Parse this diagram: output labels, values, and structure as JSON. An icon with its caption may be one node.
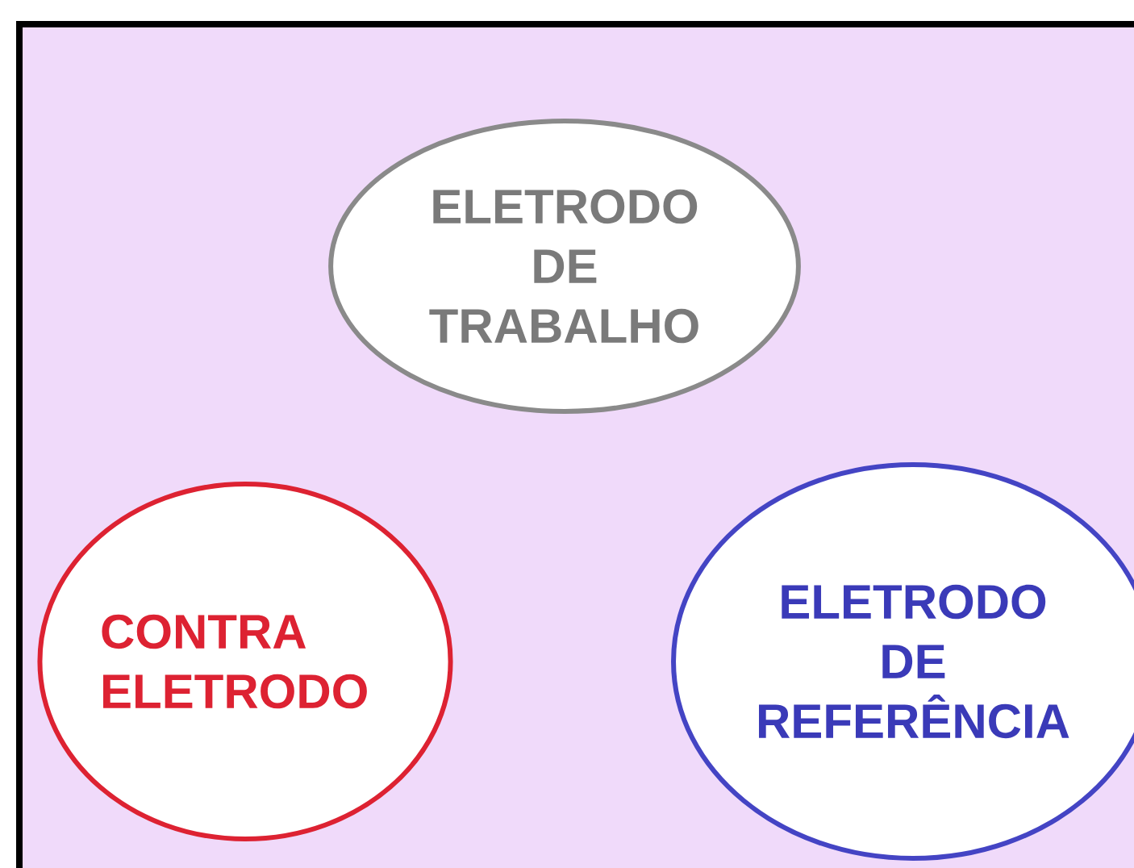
{
  "diagram": {
    "nodes": [
      {
        "text": [
          "ELETRODO DE TRABALHO"
        ]
      },
      {
        "text": [
          "CONTRA ELETRODO"
        ]
      },
      {
        "text": [
          "ELETRODO DE REFERÊNCIA"
        ]
      }
    ]
  }
}
